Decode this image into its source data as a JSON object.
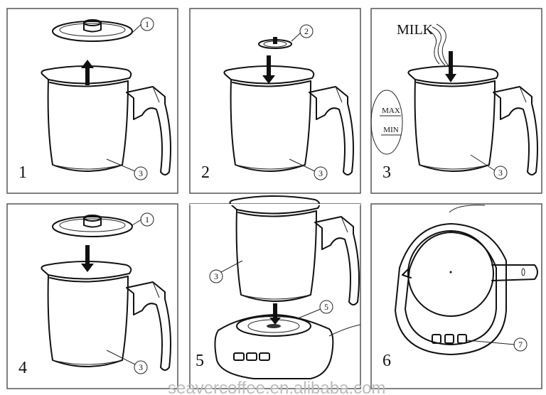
{
  "panels": [
    {
      "step": "1",
      "callouts": [
        "1",
        "3"
      ]
    },
    {
      "step": "2",
      "callouts": [
        "2",
        "3"
      ]
    },
    {
      "step": "3",
      "callouts": [
        "3"
      ],
      "milk_label": "MILK",
      "max_label": "MAX",
      "min_label": "MIN"
    },
    {
      "step": "4",
      "callouts": [
        "1",
        "3"
      ]
    },
    {
      "step": "5",
      "callouts": [
        "3",
        "5"
      ]
    },
    {
      "step": "6",
      "callouts": [
        "7"
      ]
    }
  ],
  "watermark": "seavercoffee.en.alibaba.com"
}
